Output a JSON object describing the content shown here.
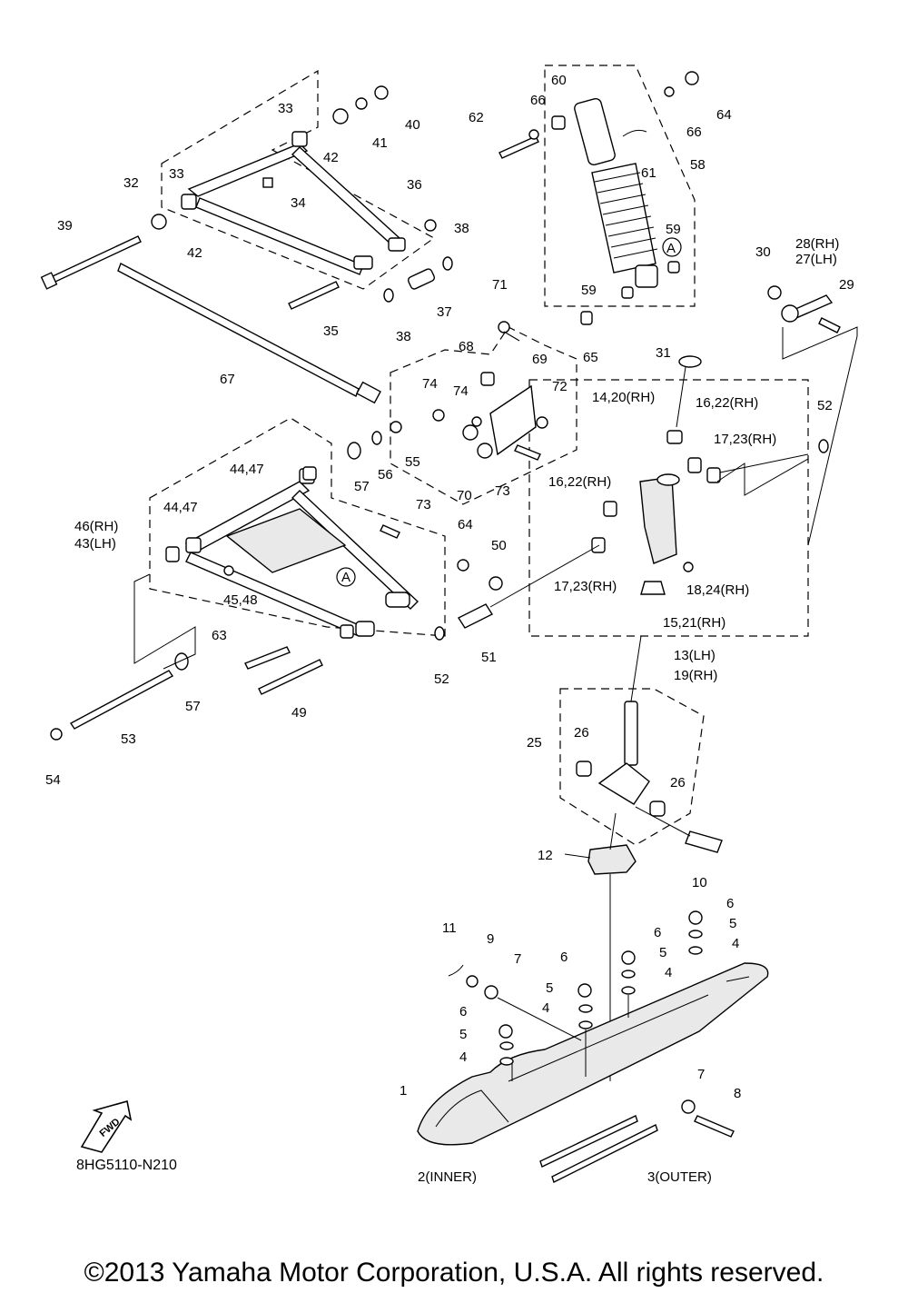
{
  "diagram_code": "8HG5110-N210",
  "copyright": "©2013 Yamaha Motor Corporation, U.S.A. All rights reserved.",
  "fwd_label": "FWD",
  "callouts": [
    "1",
    "2(INNER)",
    "3(OUTER)",
    "4",
    "5",
    "6",
    "7",
    "8",
    "9",
    "10",
    "11",
    "12",
    "13(LH)",
    "19(RH)",
    "14,20(RH)",
    "15,21(RH)",
    "16,22(RH)",
    "17,23(RH)",
    "18,24(RH)",
    "25",
    "26",
    "27(LH)",
    "28(RH)",
    "29",
    "30",
    "31",
    "32",
    "33",
    "34",
    "35",
    "36",
    "37",
    "38",
    "39",
    "40",
    "41",
    "42",
    "43(LH)",
    "44,47",
    "45,48",
    "46(RH)",
    "49",
    "50",
    "51",
    "52",
    "53",
    "54",
    "55",
    "56",
    "57",
    "58",
    "59",
    "60",
    "61",
    "62",
    "63",
    "64",
    "65",
    "66",
    "67",
    "68",
    "69",
    "70",
    "71",
    "72",
    "73",
    "74",
    "A"
  ]
}
